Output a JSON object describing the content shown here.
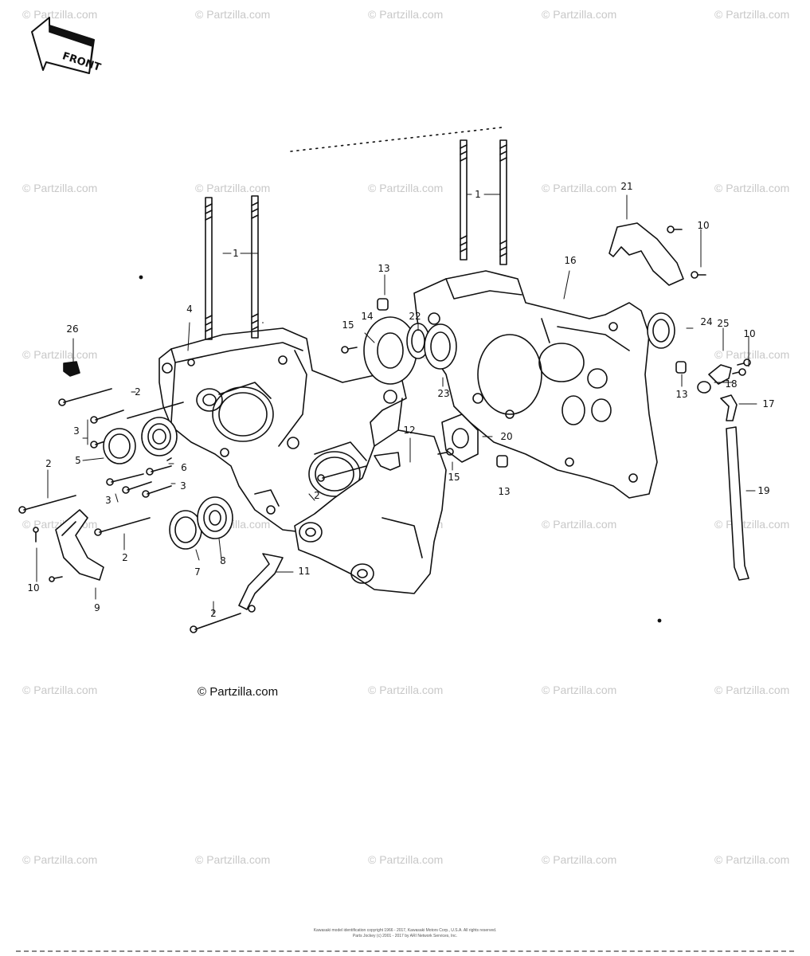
{
  "front_arrow": {
    "text": "FRONT"
  },
  "watermark": {
    "text": "© Partzilla.com"
  },
  "credit": {
    "text": "© Partzilla.com"
  },
  "parts": [
    {
      "num": "1"
    },
    {
      "num": "1"
    },
    {
      "num": "2"
    },
    {
      "num": "2"
    },
    {
      "num": "2"
    },
    {
      "num": "2"
    },
    {
      "num": "2"
    },
    {
      "num": "3"
    },
    {
      "num": "3"
    },
    {
      "num": "3"
    },
    {
      "num": "4"
    },
    {
      "num": "5"
    },
    {
      "num": "6"
    },
    {
      "num": "7"
    },
    {
      "num": "8"
    },
    {
      "num": "9"
    },
    {
      "num": "10"
    },
    {
      "num": "10"
    },
    {
      "num": "10"
    },
    {
      "num": "11"
    },
    {
      "num": "12"
    },
    {
      "num": "13"
    },
    {
      "num": "13"
    },
    {
      "num": "13"
    },
    {
      "num": "14"
    },
    {
      "num": "15"
    },
    {
      "num": "15"
    },
    {
      "num": "16"
    },
    {
      "num": "17"
    },
    {
      "num": "18"
    },
    {
      "num": "19"
    },
    {
      "num": "20"
    },
    {
      "num": "21"
    },
    {
      "num": "22"
    },
    {
      "num": "23"
    },
    {
      "num": "24"
    },
    {
      "num": "25"
    },
    {
      "num": "26"
    }
  ],
  "footer": {
    "line1": "Kawasaki model identification copyright 1966 - 2017, Kawasaki Motors Corp., U.S.A. All rights reserved.",
    "line2": "Parts Jockey (c) 2001 - 2017 by ARI Network Services, Inc."
  }
}
